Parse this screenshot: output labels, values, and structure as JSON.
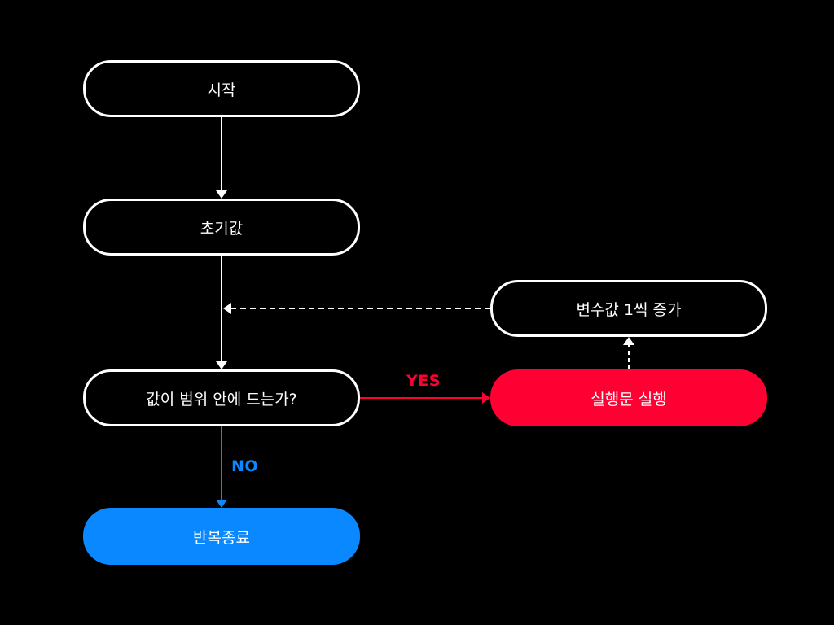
{
  "nodes": {
    "start": "시작",
    "init": "초기값",
    "condition": "값이 범위 안에 드는가?",
    "end": "반복종료",
    "execute": "실행문 실행",
    "increment": "변수값 1씩 증가"
  },
  "edges": {
    "yes_label": "YES",
    "no_label": "NO"
  },
  "colors": {
    "background": "#000000",
    "outline": "#ffffff",
    "yes": "#ff0033",
    "no": "#0a88ff"
  }
}
